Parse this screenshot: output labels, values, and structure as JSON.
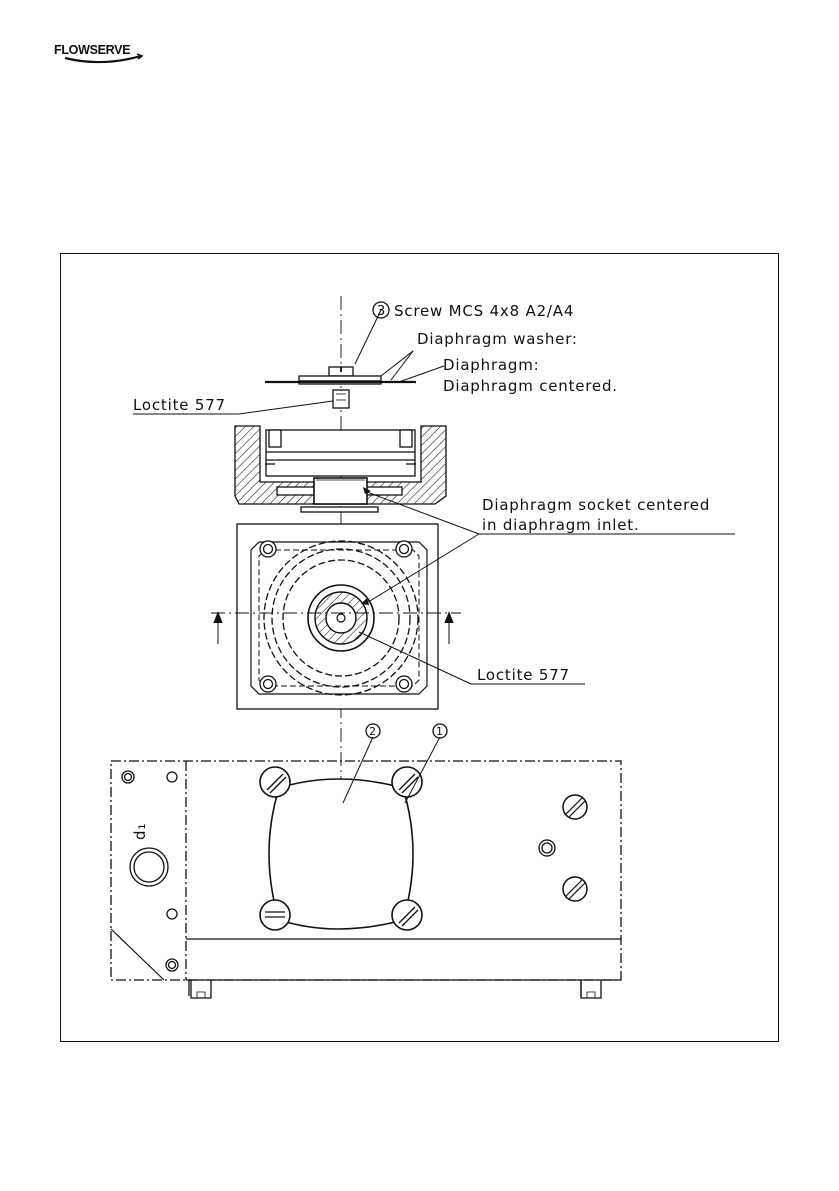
{
  "brand": {
    "logo_text": "FLOWSERVE"
  },
  "callouts": {
    "screw": "Screw MCS 4x8 A2/A4",
    "diaphragm_washer": "Diaphragm washer:",
    "diaphragm": "Diaphragm:",
    "diaphragm_centered": "Diaphragm centered.",
    "loctite_top": "Loctite 577",
    "socket_line1": "Diaphragm socket centered",
    "socket_line2": "in diaphragm inlet.",
    "loctite_mid": "Loctite 577",
    "port_label": "d₁"
  },
  "item_numbers": {
    "screw": "3",
    "cover": "2",
    "cover_screw": "1"
  }
}
